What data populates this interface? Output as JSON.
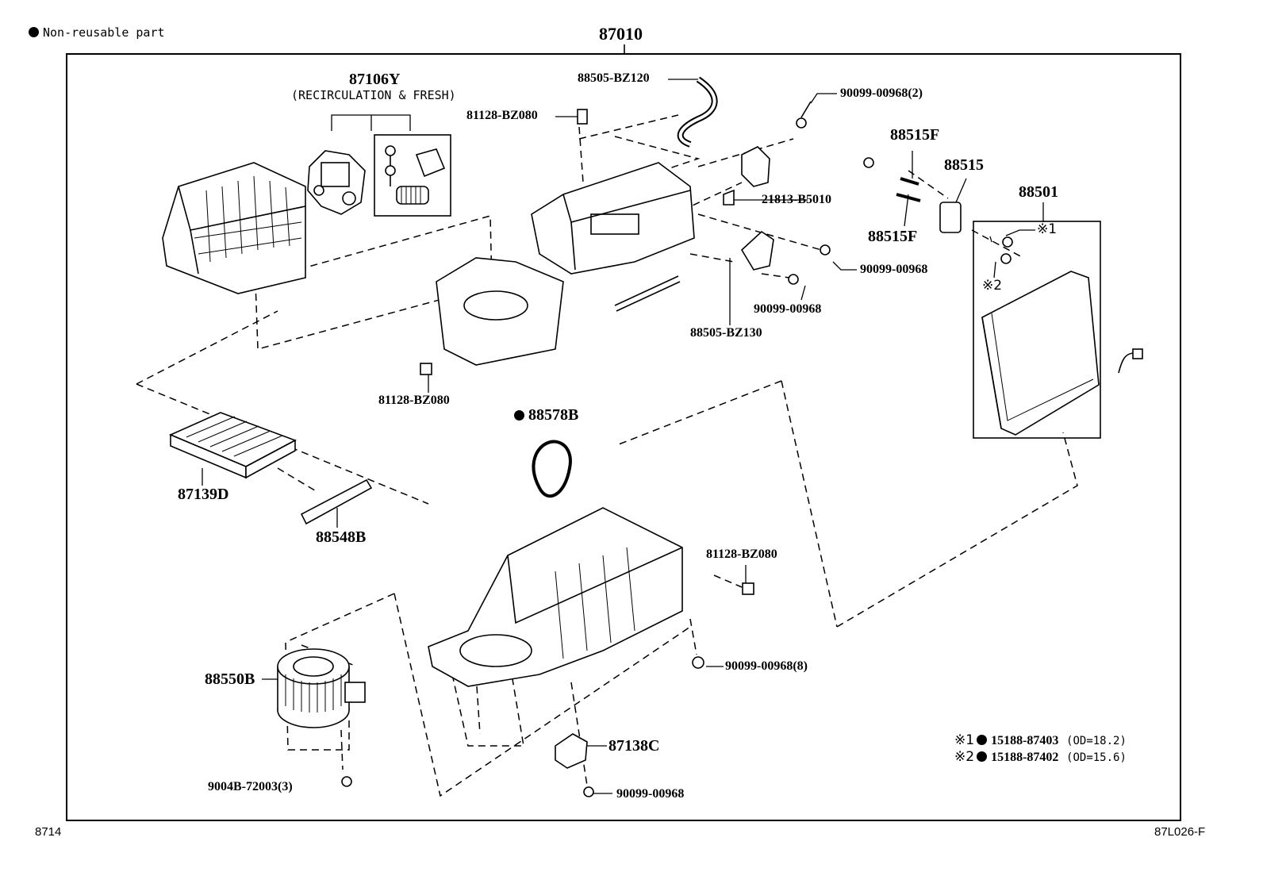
{
  "legend": {
    "symbol": "●",
    "label": "Non-reusable part"
  },
  "assembly_number": "87010",
  "page_ref_left": "8714",
  "page_ref_right": "87L026-F",
  "parts": {
    "p87106Y": {
      "number": "87106Y",
      "note": "(RECIRCULATION & FRESH)"
    },
    "p88505BZ120": "88505-BZ120",
    "p81128BZ080_top": "81128-BZ080",
    "p90099_00968_2": "90099-00968(2)",
    "p21813B5010": "21813-B5010",
    "p88515F_a": "88515F",
    "p88515": "88515",
    "p88515F_b": "88515F",
    "p88501": "88501",
    "p90099_00968_a": "90099-00968",
    "p90099_00968_b": "90099-00968",
    "p88505BZ130": "88505-BZ130",
    "p81128BZ080_mid": "81128-BZ080",
    "p88578B": "88578B",
    "p87139D": "87139D",
    "p88548B": "88548B",
    "p81128BZ080_low": "81128-BZ080",
    "p90099_00968_8": "90099-00968(8)",
    "p88550B": "88550B",
    "p87138C": "87138C",
    "p9004B": "9004B-72003(3)",
    "p90099_00968_c": "90099-00968"
  },
  "marks": {
    "m1": "※1",
    "m2": "※2"
  },
  "footnotes": [
    {
      "mark": "※1",
      "part": "15188-87403",
      "spec": "(OD=18.2)"
    },
    {
      "mark": "※2",
      "part": "15188-87402",
      "spec": "(OD=15.6)"
    }
  ]
}
